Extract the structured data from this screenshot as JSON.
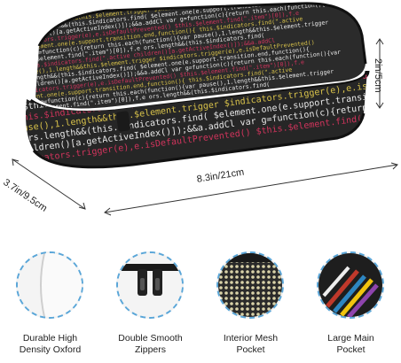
{
  "product": {
    "dimensions": {
      "width": "8.3in/21cm",
      "depth": "3.7in/9.5cm",
      "height": "2in/5cm"
    },
    "code_lines": [
      "$this.$element.find(\".item\")[0]),f.e",
      "this.$indicators.find(\".active",
      "pause(),1.length&&this.$element.trigger",
      "ors.length&&(this.$indicators.find(",
      "children()[a.getActiveIndex()]);&&a.addCl",
      "$indicators.trigger(e),e.isDefaultPrevented()",
      "$element.one(e.support.transition.end,function(){",
      "var g=function(c){return this.each(function(){var"
    ],
    "colors": {
      "fabric": "#2b2b2b",
      "code_red": "#d0345c",
      "code_yellow": "#d8c24a",
      "code_white": "#e8e8e8",
      "accent_circle": "#5aa6d8"
    }
  },
  "features": [
    {
      "caption": "Durable High\nDensity Oxford",
      "icon": "fabric-texture-icon"
    },
    {
      "caption": "Double Smooth\nZippers",
      "icon": "zipper-pulls-icon"
    },
    {
      "caption": "Interior Mesh\nPocket",
      "icon": "mesh-pocket-icon"
    },
    {
      "caption": "Large Main\nPocket",
      "icon": "pens-in-pocket-icon"
    }
  ]
}
